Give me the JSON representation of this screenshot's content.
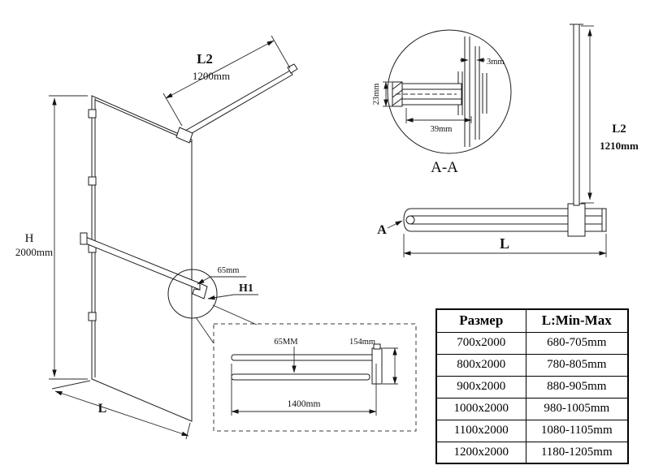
{
  "main_view": {
    "h_label": "H",
    "h_value": "2000mm",
    "l2_label": "L2",
    "l2_value": "1200mm",
    "l_label": "L",
    "dim_65": "65mm",
    "h1_label": "H1"
  },
  "section_view": {
    "label": "A-A",
    "dim_3": "3mm",
    "dim_23": "23mm",
    "dim_39": "39mm"
  },
  "top_view": {
    "l2_label": "L2",
    "l2_value": "1210mm",
    "a_label": "A",
    "l_label": "L"
  },
  "detail_view": {
    "dim_65": "65MM",
    "dim_154": "154mm",
    "dim_1400": "1400mm"
  },
  "table": {
    "headers": [
      "Размер",
      "L:Min-Max"
    ],
    "rows": [
      {
        "size": "700x2000",
        "range": "680-705mm"
      },
      {
        "size": "800x2000",
        "range": "780-805mm"
      },
      {
        "size": "900x2000",
        "range": "880-905mm"
      },
      {
        "size": "1000x2000",
        "range": "980-1005mm"
      },
      {
        "size": "1100x2000",
        "range": "1080-1105mm"
      },
      {
        "size": "1200x2000",
        "range": "1180-1205mm"
      }
    ]
  }
}
